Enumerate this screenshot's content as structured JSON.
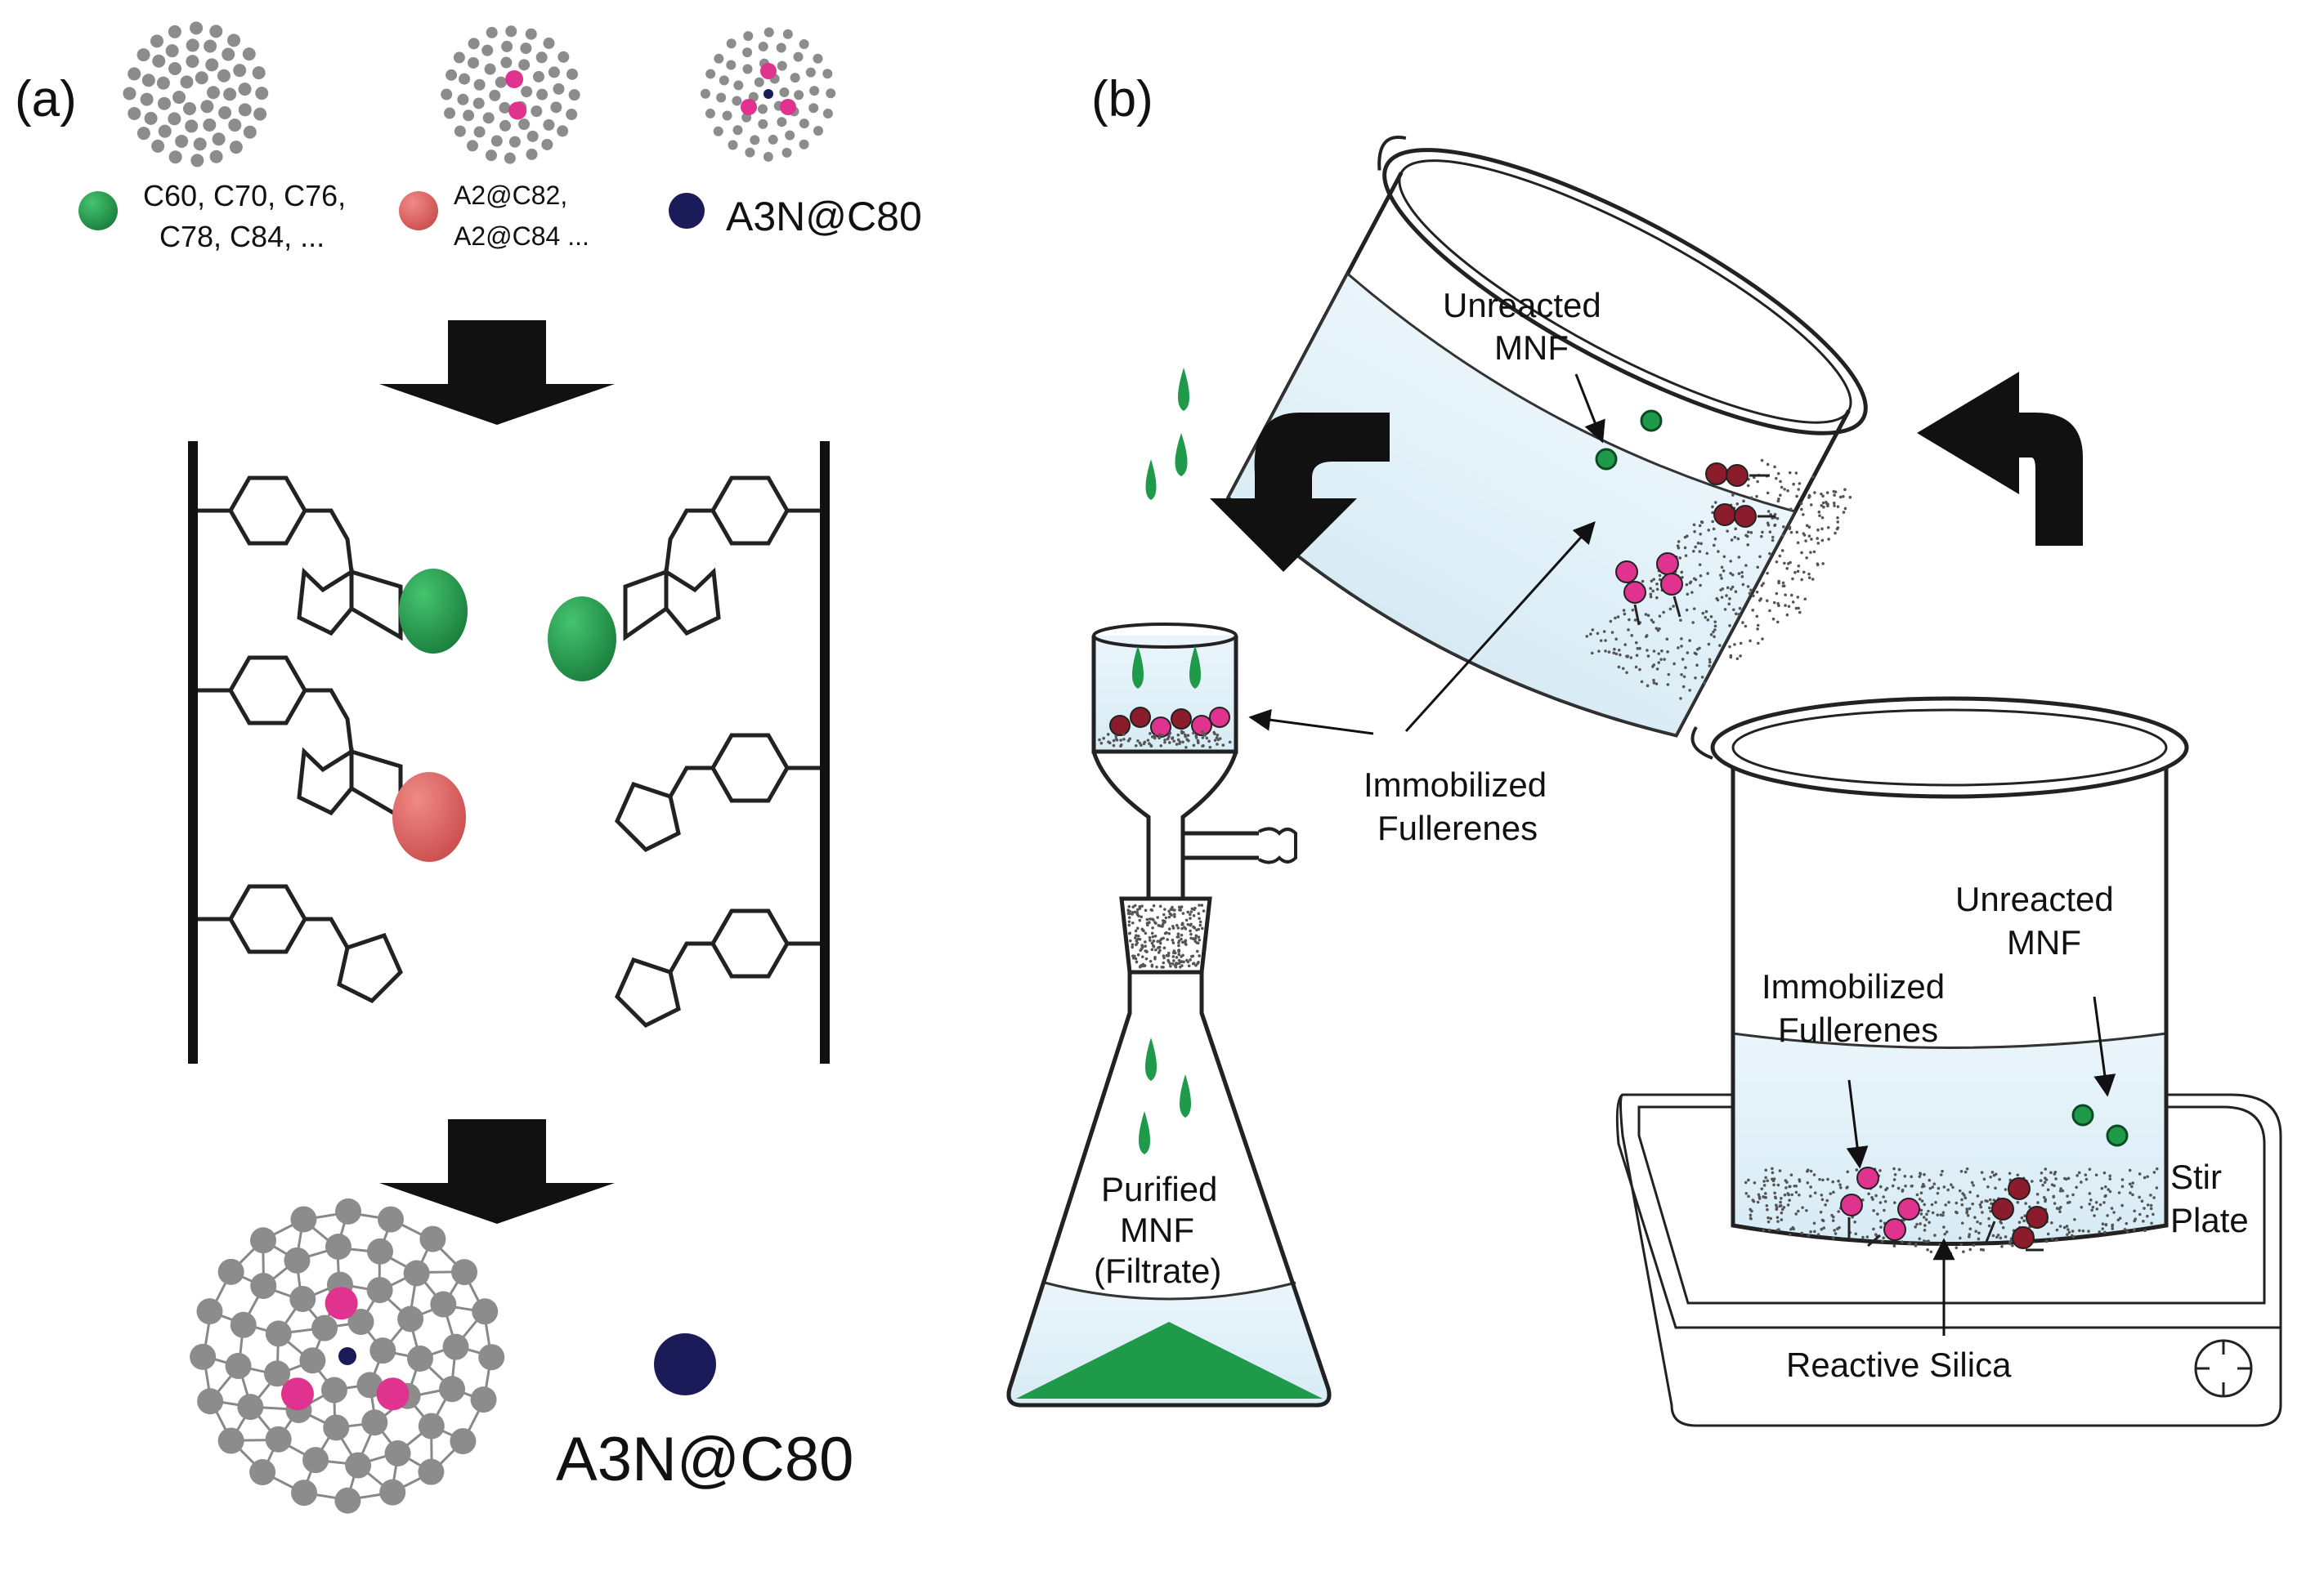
{
  "panel_a": {
    "label": "(a)",
    "legend": [
      {
        "color": "#1f9a4a",
        "line1": "C60, C70, C76,",
        "line2": "C78, C84, ..."
      },
      {
        "color": "#e06060",
        "line1": "A2@C82,",
        "line2": "A2@C84 ..."
      },
      {
        "color": "#1b1b5a",
        "line1": "A3N@C80",
        "line2": ""
      }
    ],
    "product_label": "A3N@C80"
  },
  "panel_b": {
    "label": "(b)",
    "tilted_beaker": {
      "unreacted_line1": "Unreacted",
      "unreacted_line2": "MNF"
    },
    "funnel_label_line1": "Immobilized",
    "funnel_label_line2": "Fullerenes",
    "flask": {
      "line1": "Purified",
      "line2": "MNF",
      "line3": "(Filtrate)"
    },
    "stir_beaker": {
      "unreacted_line1": "Unreacted",
      "unreacted_line2": "MNF",
      "immobilized_line1": "Immobilized",
      "immobilized_line2": "Fullerenes",
      "silica_label": "Reactive Silica"
    },
    "stir_plate_line1": "Stir",
    "stir_plate_line2": "Plate"
  },
  "colors": {
    "green": "#1f9a4a",
    "red": "#e06060",
    "navy": "#1b1b5a",
    "magenta": "#e0338f",
    "maroon": "#8a1c2c",
    "liquid": "#e4f1f8",
    "atom_gray": "#8c8c8c"
  }
}
